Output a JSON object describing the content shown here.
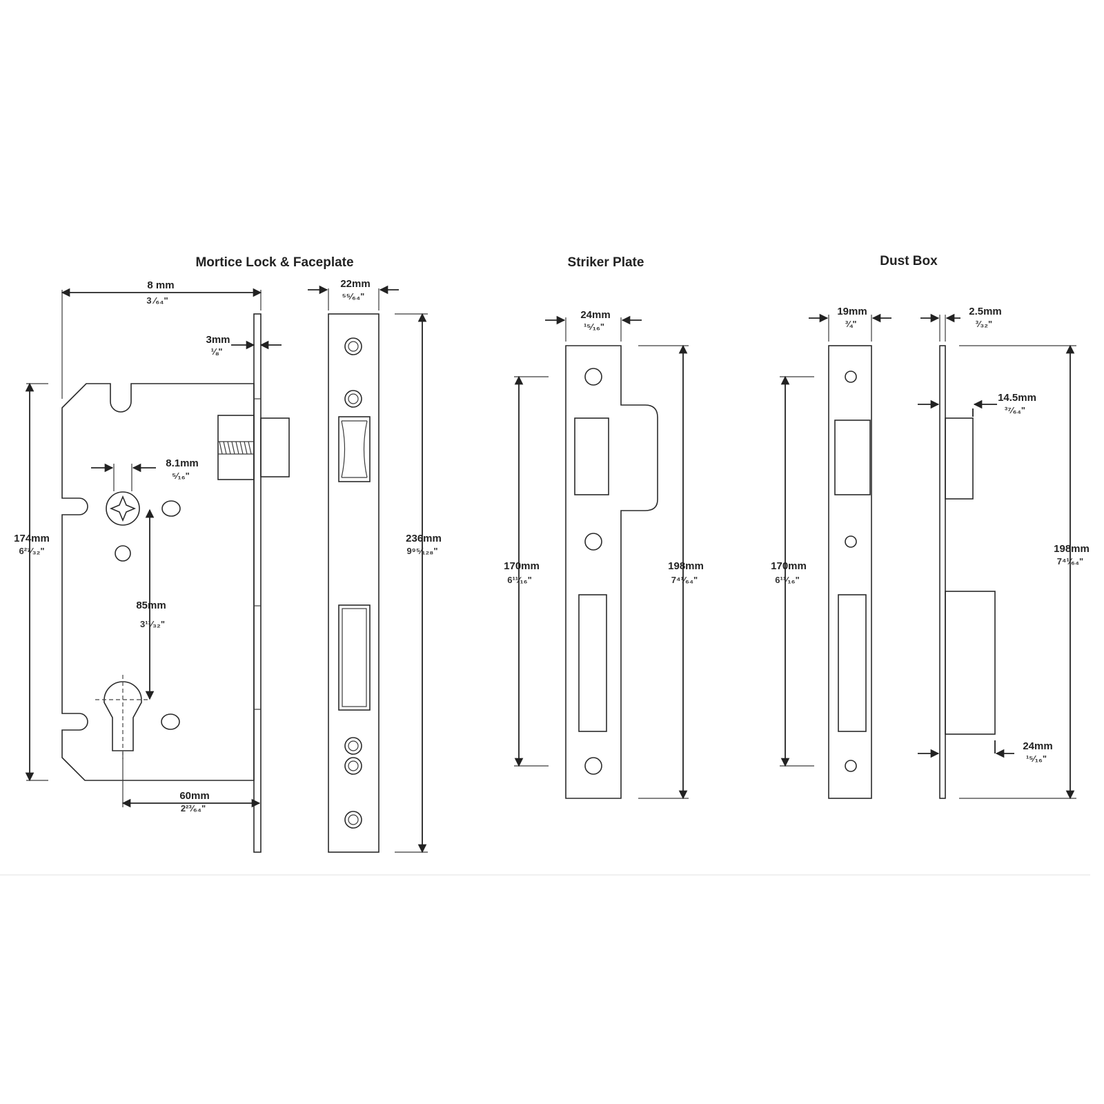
{
  "titles": {
    "mortice": "Mortice Lock & Faceplate",
    "striker": "Striker Plate",
    "dustbox": "Dust Box"
  },
  "dims": {
    "case_width": {
      "mm": "8  mm",
      "inch": "3 ⁄₆₄\""
    },
    "faceplate_thick": {
      "mm": "3mm",
      "inch": "⅛\""
    },
    "case_height": {
      "mm": "174mm",
      "inch": "6²⁷⁄₃₂\""
    },
    "follower": {
      "mm": "8.1mm",
      "inch": "⁵⁄₁₆\""
    },
    "centres": {
      "mm": "85mm",
      "inch": "3¹¹⁄₃₂\""
    },
    "backset": {
      "mm": "60mm",
      "inch": "2²³⁄₆₄\""
    },
    "faceplate_width": {
      "mm": "22mm",
      "inch": "⁵⁵⁄₆₄\""
    },
    "faceplate_height": {
      "mm": "236mm",
      "inch": "9⁹⁵⁄₁₂₈\""
    },
    "striker_width": {
      "mm": "24mm",
      "inch": "¹⁵⁄₁₆\""
    },
    "striker_inner": {
      "mm": "170mm",
      "inch": "6¹¹⁄₁₆\""
    },
    "striker_height": {
      "mm": "198mm",
      "inch": "7⁴¹⁄₆₄\""
    },
    "dust_width": {
      "mm": "19mm",
      "inch": "¾\""
    },
    "dust_inner": {
      "mm": "170mm",
      "inch": "6¹¹⁄₁₆\""
    },
    "box_thick": {
      "mm": "2.5mm",
      "inch": "³⁄₃₂\""
    },
    "box_upper": {
      "mm": "14.5mm",
      "inch": "³⁷⁄₆₄\""
    },
    "box_height": {
      "mm": "198mm",
      "inch": "7⁴¹⁄₆₄\""
    },
    "box_lower": {
      "mm": "24mm",
      "inch": "¹⁵⁄₁₆\""
    }
  }
}
